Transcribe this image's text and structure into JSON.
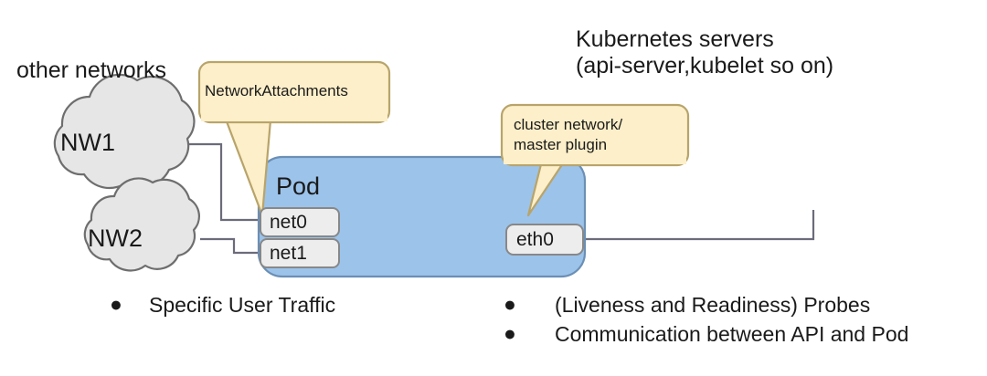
{
  "diagram": {
    "title_headings": {
      "other_networks": "other networks",
      "k8s_servers_line1": "Kubernetes servers",
      "k8s_servers_line2": "(api-server,kubelet so on)"
    },
    "clouds": [
      {
        "id": "nw1",
        "label": "NW1"
      },
      {
        "id": "nw2",
        "label": "NW2"
      }
    ],
    "callouts": [
      {
        "id": "network-attachments",
        "line1": "NetworkAttachments",
        "line2": ""
      },
      {
        "id": "cluster-network",
        "line1": "cluster network/",
        "line2": "master plugin"
      }
    ],
    "pod": {
      "label": "Pod",
      "interfaces": [
        {
          "id": "net0",
          "label": "net0"
        },
        {
          "id": "net1",
          "label": "net1"
        },
        {
          "id": "eth0",
          "label": "eth0"
        }
      ]
    },
    "bullets_left": [
      {
        "marker": "●",
        "text": "Specific User Traffic"
      }
    ],
    "bullets_right": [
      {
        "marker": "●",
        "text": "(Liveness and Readiness) Probes"
      },
      {
        "marker": "●",
        "text": "Communication between API and Pod"
      }
    ],
    "colors": {
      "pod_fill": "#9cc3ea",
      "pod_stroke": "#6b8fb5",
      "callout_fill": "#fcefc9",
      "callout_stroke": "#b8a46a",
      "cloud_fill": "#e6e6e6",
      "cloud_stroke": "#6e6e6e",
      "iface_fill": "#ededed",
      "iface_stroke": "#888888",
      "line_stroke": "#6b6b7a",
      "text": "#1a1a1a"
    }
  }
}
